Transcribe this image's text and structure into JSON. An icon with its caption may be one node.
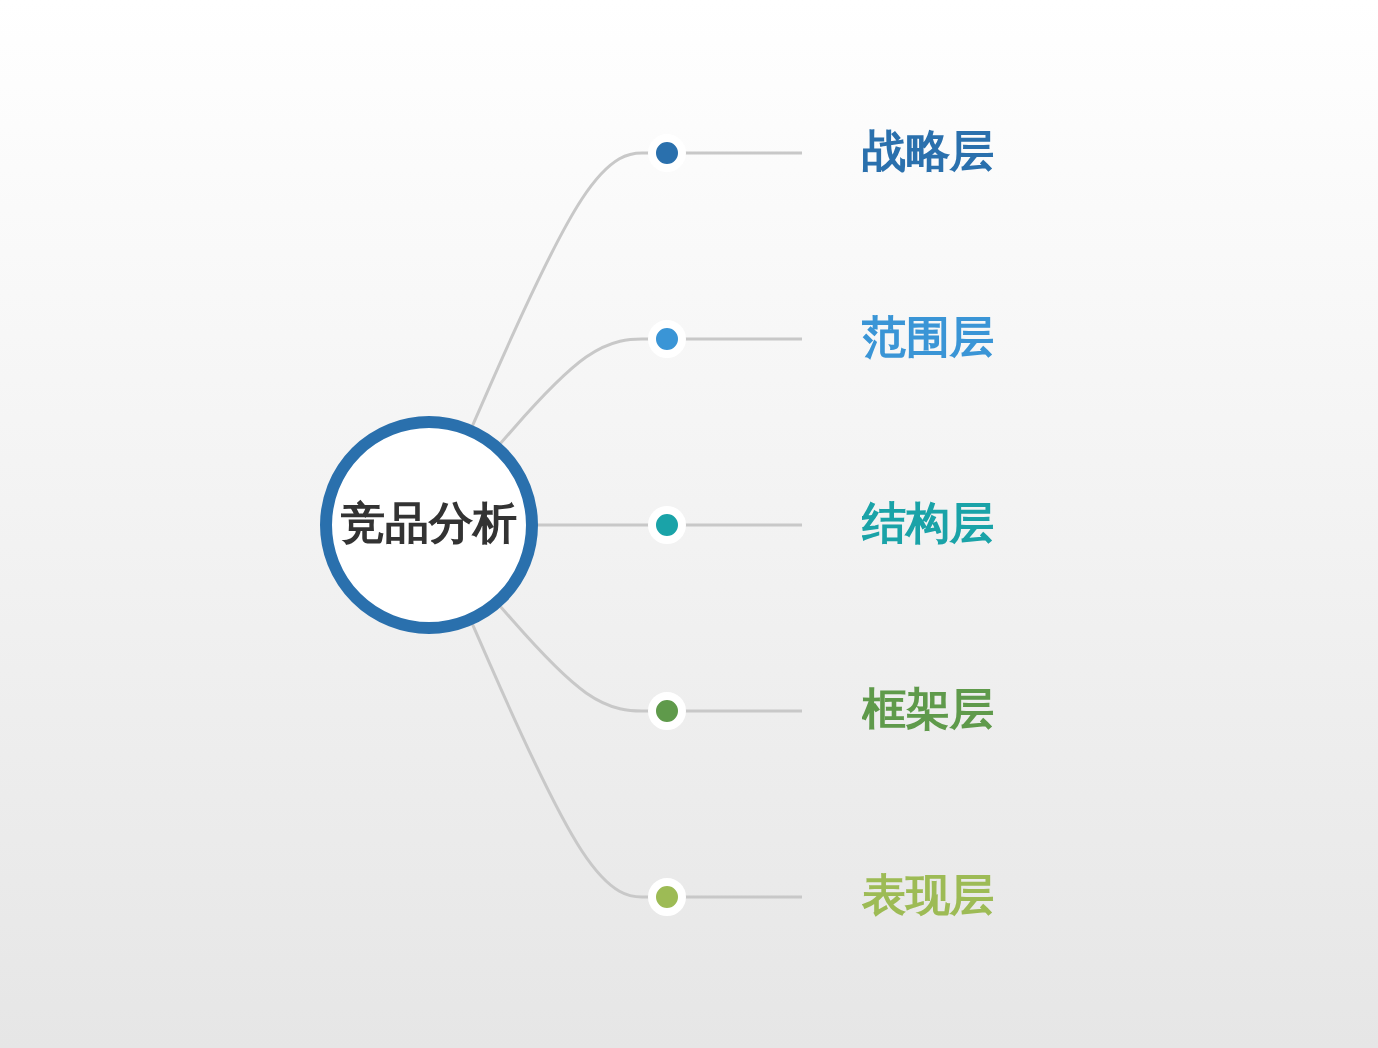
{
  "diagram": {
    "nodes": [
      {
        "text": [
          "竞品分析"
        ]
      },
      {
        "text": [],
        "shape": "circle"
      },
      {
        "text": [
          "战略层"
        ]
      },
      {
        "text": [],
        "shape": "circle"
      },
      {
        "text": [
          "范围层"
        ]
      },
      {
        "text": [],
        "shape": "circle"
      },
      {
        "text": [
          "结构层"
        ]
      },
      {
        "text": [],
        "shape": "circle"
      },
      {
        "text": [
          "框架层"
        ]
      },
      {
        "text": [],
        "shape": "circle"
      },
      {
        "text": [
          "表现层"
        ]
      }
    ],
    "edges": [
      {
        "from": 0,
        "to": 1,
        "arrow": "none"
      },
      {
        "from": 1,
        "to": 2,
        "arrow": "none"
      },
      {
        "from": 0,
        "to": 3,
        "arrow": "none"
      },
      {
        "from": 3,
        "to": 4,
        "arrow": "none"
      },
      {
        "from": 0,
        "to": 5,
        "arrow": "none"
      },
      {
        "from": 5,
        "to": 6,
        "arrow": "none"
      },
      {
        "from": 0,
        "to": 7,
        "arrow": "none"
      },
      {
        "from": 7,
        "to": 8,
        "arrow": "none"
      },
      {
        "from": 0,
        "to": 9,
        "arrow": "none"
      },
      {
        "from": 9,
        "to": 10,
        "arrow": "none"
      }
    ]
  }
}
